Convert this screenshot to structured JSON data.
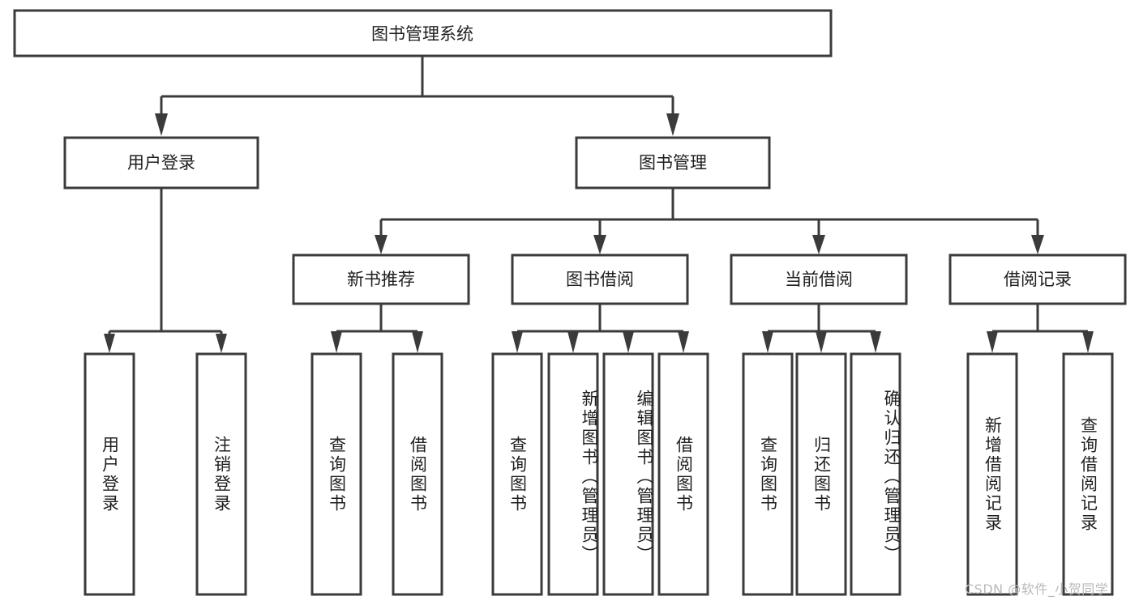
{
  "diagram": {
    "title": "图书管理系统",
    "type": "tree",
    "watermark": "CSDN @软件_小贺同学",
    "colors": {
      "box_stroke": "#3b3b3b",
      "box_fill": "#ffffff",
      "text": "#1f1f1f",
      "watermark": "#b9b9b9",
      "background": "#ffffff"
    },
    "levels": {
      "root": {
        "label": "图书管理系统"
      },
      "level2": [
        {
          "label": "用户登录"
        },
        {
          "label": "图书管理"
        }
      ],
      "level3": [
        {
          "label": "新书推荐"
        },
        {
          "label": "图书借阅"
        },
        {
          "label": "当前借阅"
        },
        {
          "label": "借阅记录"
        }
      ],
      "leaves_user_login": [
        {
          "label": "用户登录"
        },
        {
          "label": "注销登录"
        }
      ],
      "leaves_new_books": [
        {
          "label": "查询图书"
        },
        {
          "label": "借阅图书"
        }
      ],
      "leaves_borrow": [
        {
          "label": "查询图书"
        },
        {
          "label": "新增图书（管理员）"
        },
        {
          "label": "编辑图书（管理员）"
        },
        {
          "label": "借阅图书"
        }
      ],
      "leaves_current": [
        {
          "label": "查询图书"
        },
        {
          "label": "归还图书"
        },
        {
          "label": "确认归还（管理员）"
        }
      ],
      "leaves_records": [
        {
          "label": "新增借阅记录"
        },
        {
          "label": "查询借阅记录"
        }
      ]
    }
  }
}
